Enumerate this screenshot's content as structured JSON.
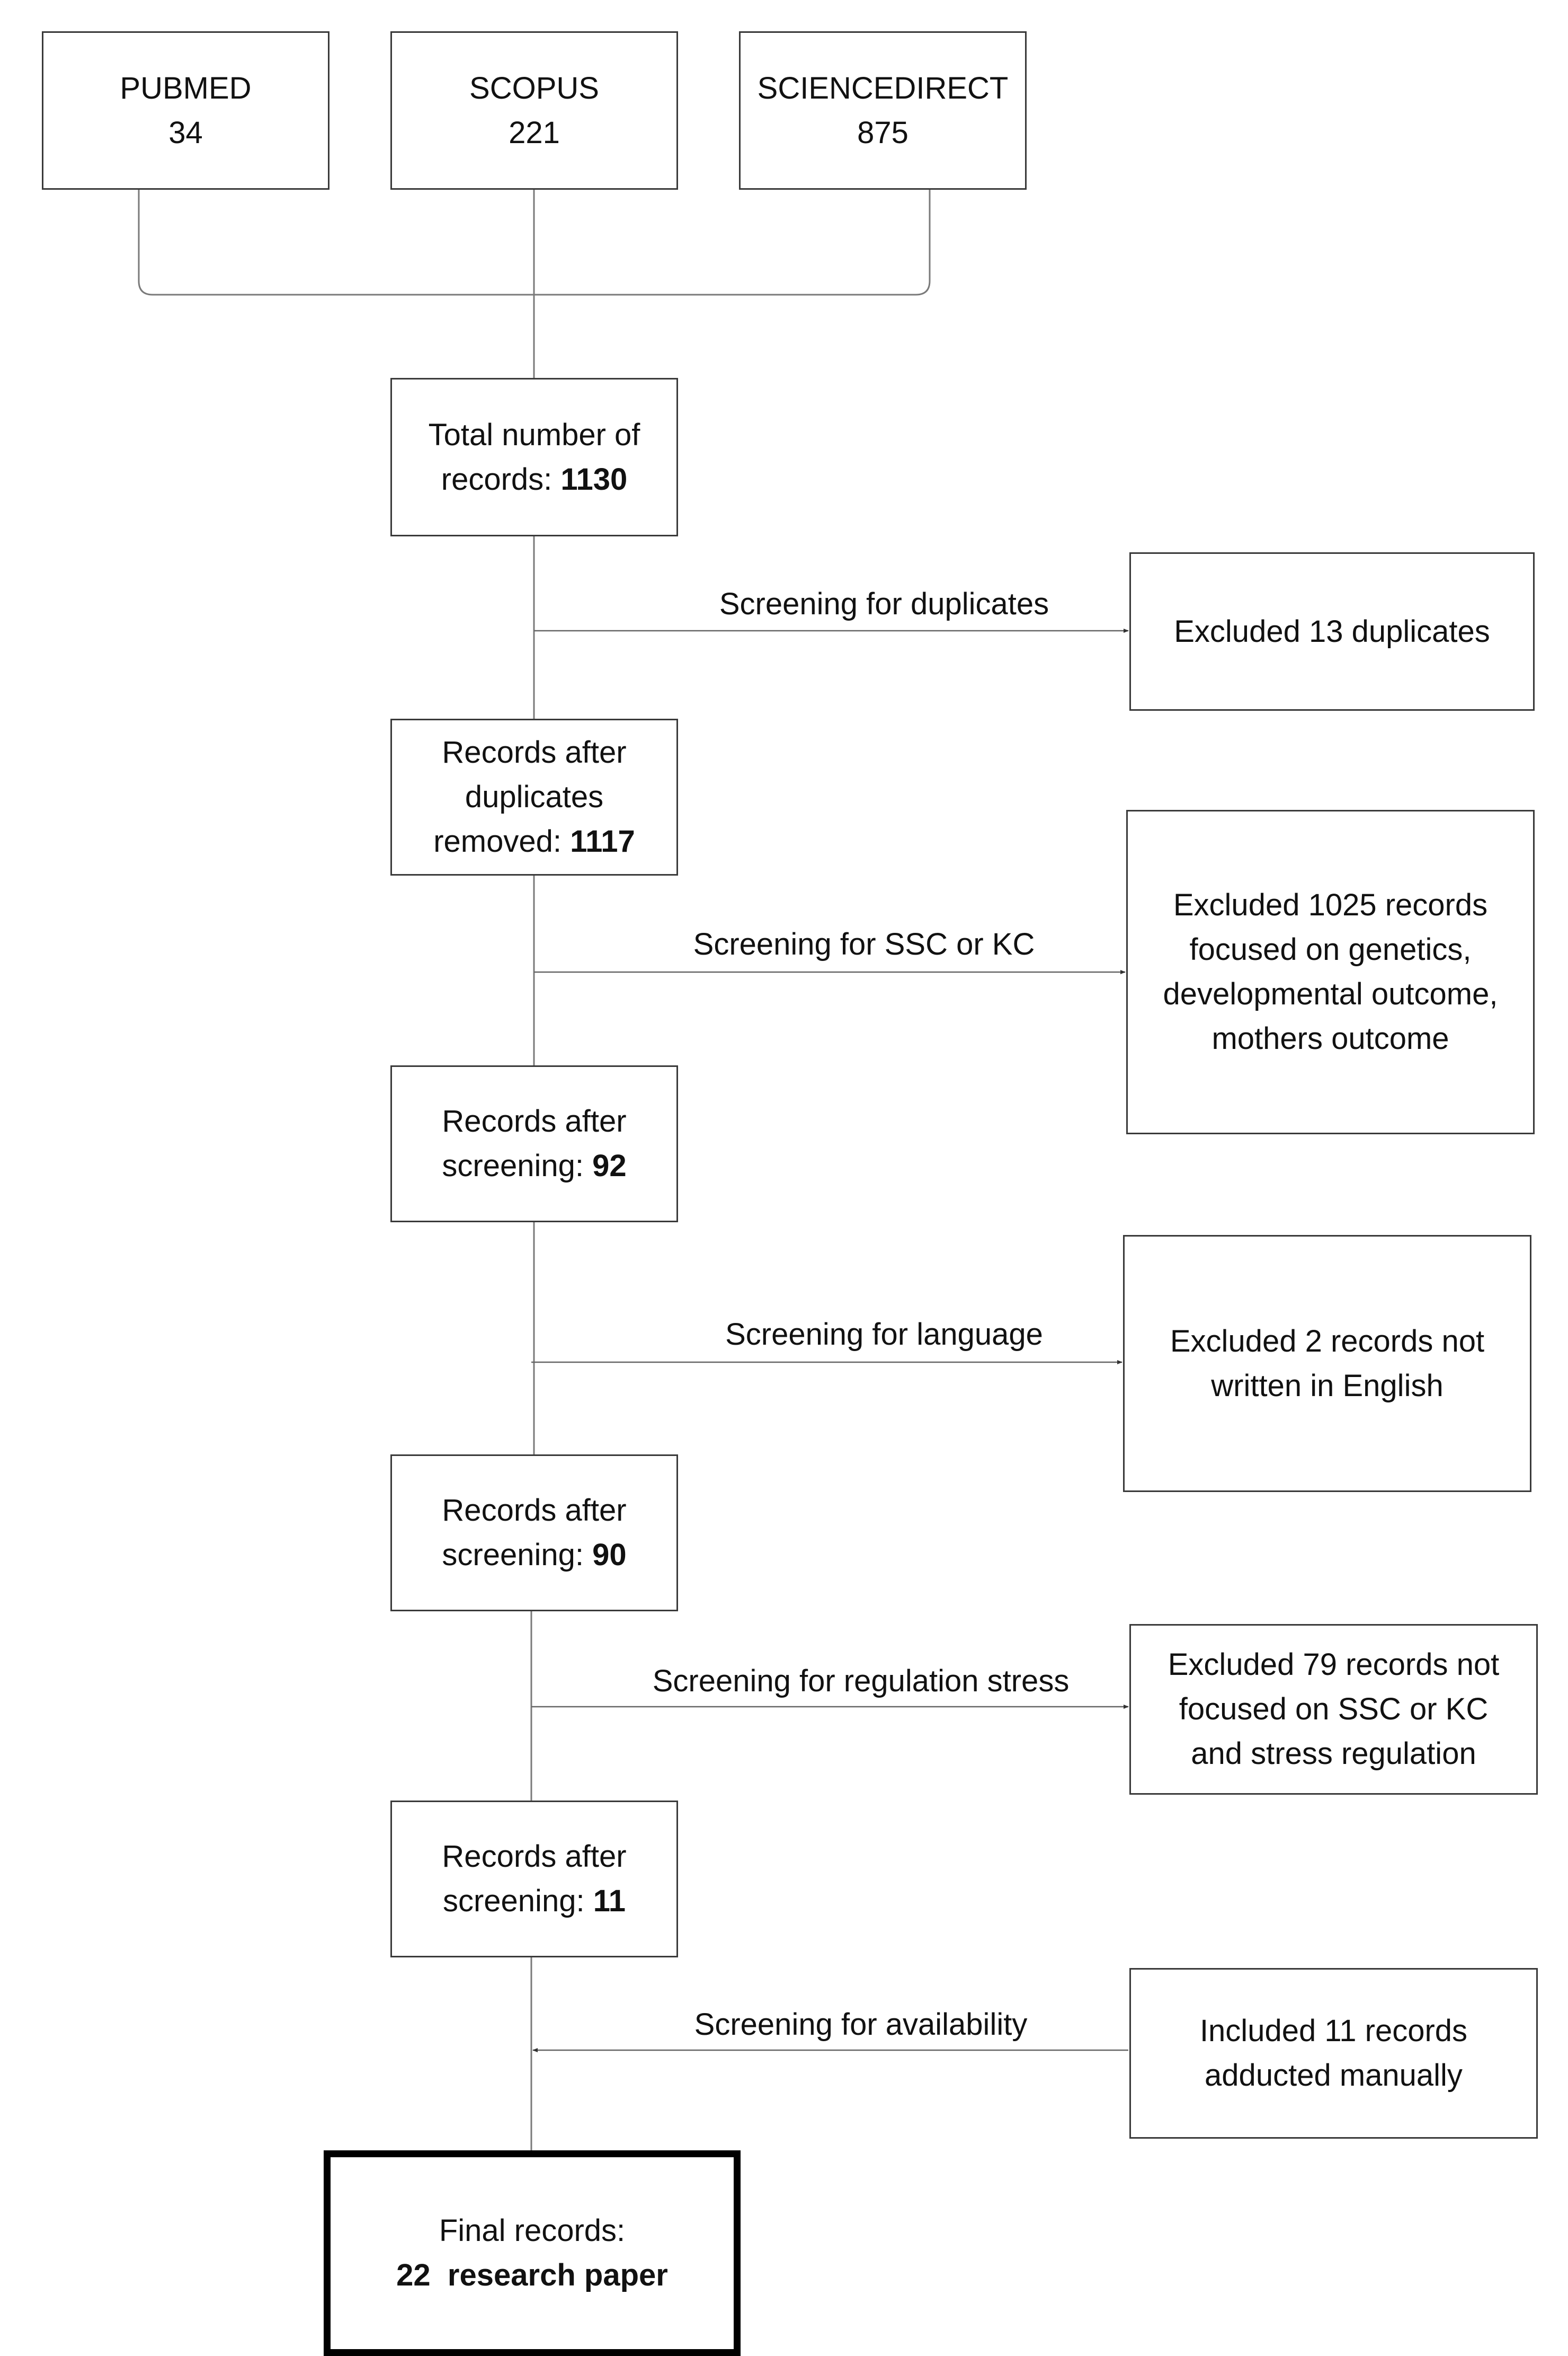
{
  "sources": [
    {
      "name": "PUBMED",
      "count": "34"
    },
    {
      "name": "SCOPUS",
      "count": "221"
    },
    {
      "name": "SCIENCEDIRECT",
      "count": "875"
    }
  ],
  "main_boxes": {
    "total": {
      "line1": "Total number of",
      "line2_prefix": "records: ",
      "value": "1130"
    },
    "after_duplicates": {
      "line1": "Records after",
      "line2": "duplicates",
      "line3_prefix": "removed: ",
      "value": "1117"
    },
    "after_screening_1": {
      "line1": "Records after",
      "line2_prefix": "screening: ",
      "value": "92"
    },
    "after_screening_2": {
      "line1": "Records after",
      "line2_prefix": "screening: ",
      "value": "90"
    },
    "after_screening_3": {
      "line1": "Records after",
      "line2_prefix": "screening: ",
      "value": "11"
    },
    "final": {
      "line1": "Final records:",
      "line2": "22  research paper"
    }
  },
  "screening_labels": {
    "duplicates": "Screening for duplicates",
    "ssc_kc": "Screening for SSC or KC",
    "language": "Screening for language",
    "regulation": "Screening for regulation stress",
    "availability": "Screening for availability"
  },
  "side_boxes": {
    "excluded_duplicates": [
      "Excluded 13 duplicates"
    ],
    "excluded_genetics": [
      "Excluded 1025 records",
      "focused on genetics,",
      "developmental outcome,",
      "mothers outcome"
    ],
    "excluded_language": [
      "Excluded 2 records not",
      "written in English"
    ],
    "excluded_regulation": [
      "Excluded 79 records not",
      "focused on SSC or KC",
      "and stress regulation"
    ],
    "included_manual": [
      "Included 11 records",
      "adducted manually"
    ]
  }
}
